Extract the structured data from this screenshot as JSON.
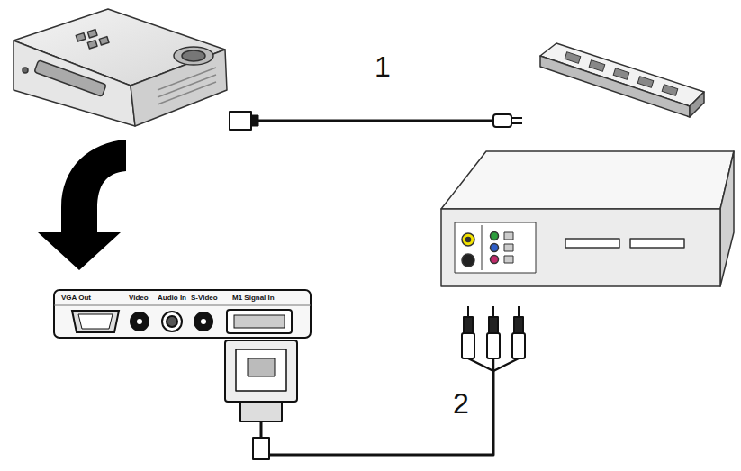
{
  "diagram": {
    "labels": [
      "1",
      "VGA Out",
      "Video",
      "Audio In",
      "S-Video",
      "M1 Signal In",
      "2"
    ]
  }
}
